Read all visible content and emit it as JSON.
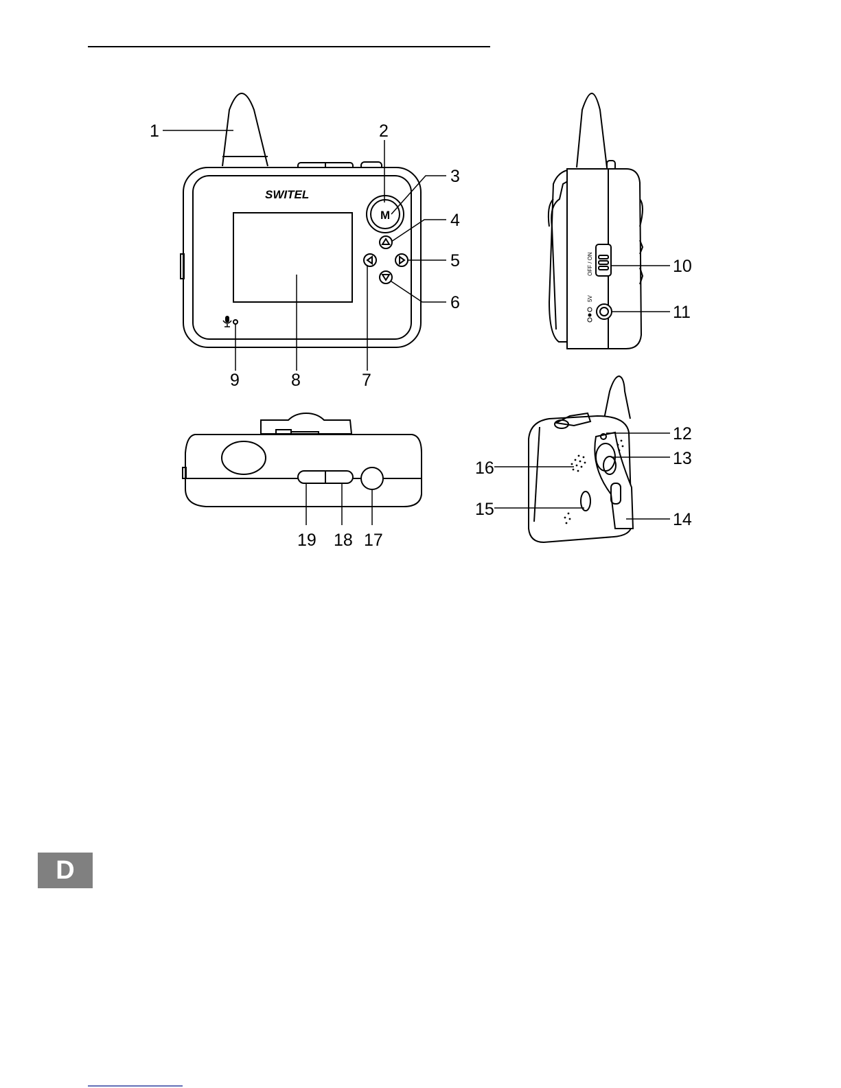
{
  "brand": "SWITEL",
  "menu_key": "M",
  "switch_label": "OFF / ON",
  "power_label": "5V",
  "language_tab": "D",
  "callouts": [
    "1",
    "2",
    "3",
    "4",
    "5",
    "6",
    "7",
    "8",
    "9",
    "10",
    "11",
    "12",
    "13",
    "14",
    "15",
    "16",
    "17",
    "18",
    "19"
  ]
}
